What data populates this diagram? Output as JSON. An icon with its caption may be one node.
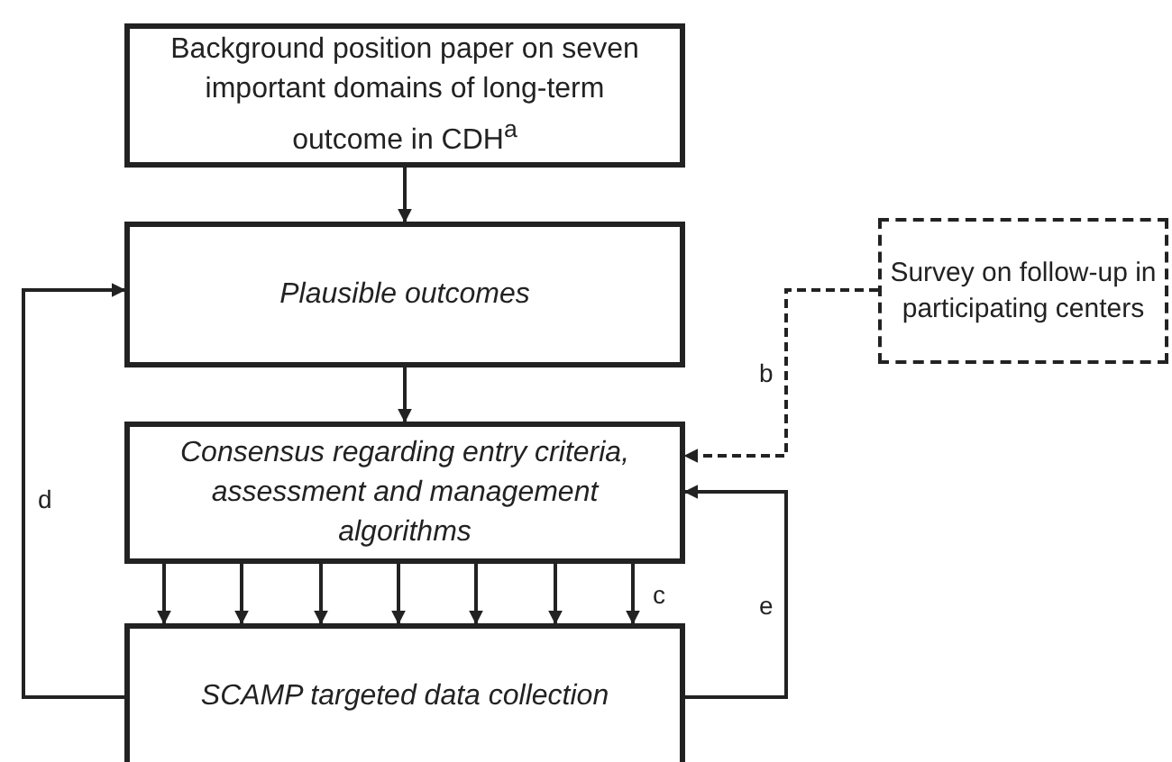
{
  "diagram": {
    "nodes": [
      {
        "text": [
          "Background position paper on seven important domains of long-term outcome in CDH$^{a}$"
        ]
      },
      {
        "text": [
          "Plausible outcomes"
        ]
      },
      {
        "text": [
          "Consensus regarding entry criteria, assessment and management algorithms"
        ]
      },
      {
        "text": [
          "SCAMP targeted data collection"
        ]
      },
      {
        "text": [
          "Survey on follow-up in participating centers"
        ]
      }
    ],
    "edges": [
      {
        "from": 0,
        "to": 1,
        "arrow": "to"
      },
      {
        "from": 1,
        "to": 2,
        "arrow": "to"
      },
      {
        "from": 2,
        "to": 3,
        "arrow": "to"
      },
      {
        "from": 2,
        "to": 3,
        "arrow": "to"
      },
      {
        "from": 2,
        "to": 3,
        "arrow": "to"
      },
      {
        "from": 2,
        "to": 3,
        "arrow": "to"
      },
      {
        "from": 2,
        "to": 3,
        "arrow": "to"
      },
      {
        "from": 2,
        "to": 3,
        "arrow": "to"
      },
      {
        "from": 2,
        "to": 3,
        "arrow": "to",
        "label": "c"
      },
      {
        "from": 3,
        "to": 1,
        "arrow": "to",
        "label": "d"
      },
      {
        "from": 3,
        "to": 2,
        "arrow": "to",
        "label": "e"
      },
      {
        "from": 4,
        "to": 2,
        "arrow": "to",
        "label": "b",
        "style": "dashed"
      }
    ]
  }
}
